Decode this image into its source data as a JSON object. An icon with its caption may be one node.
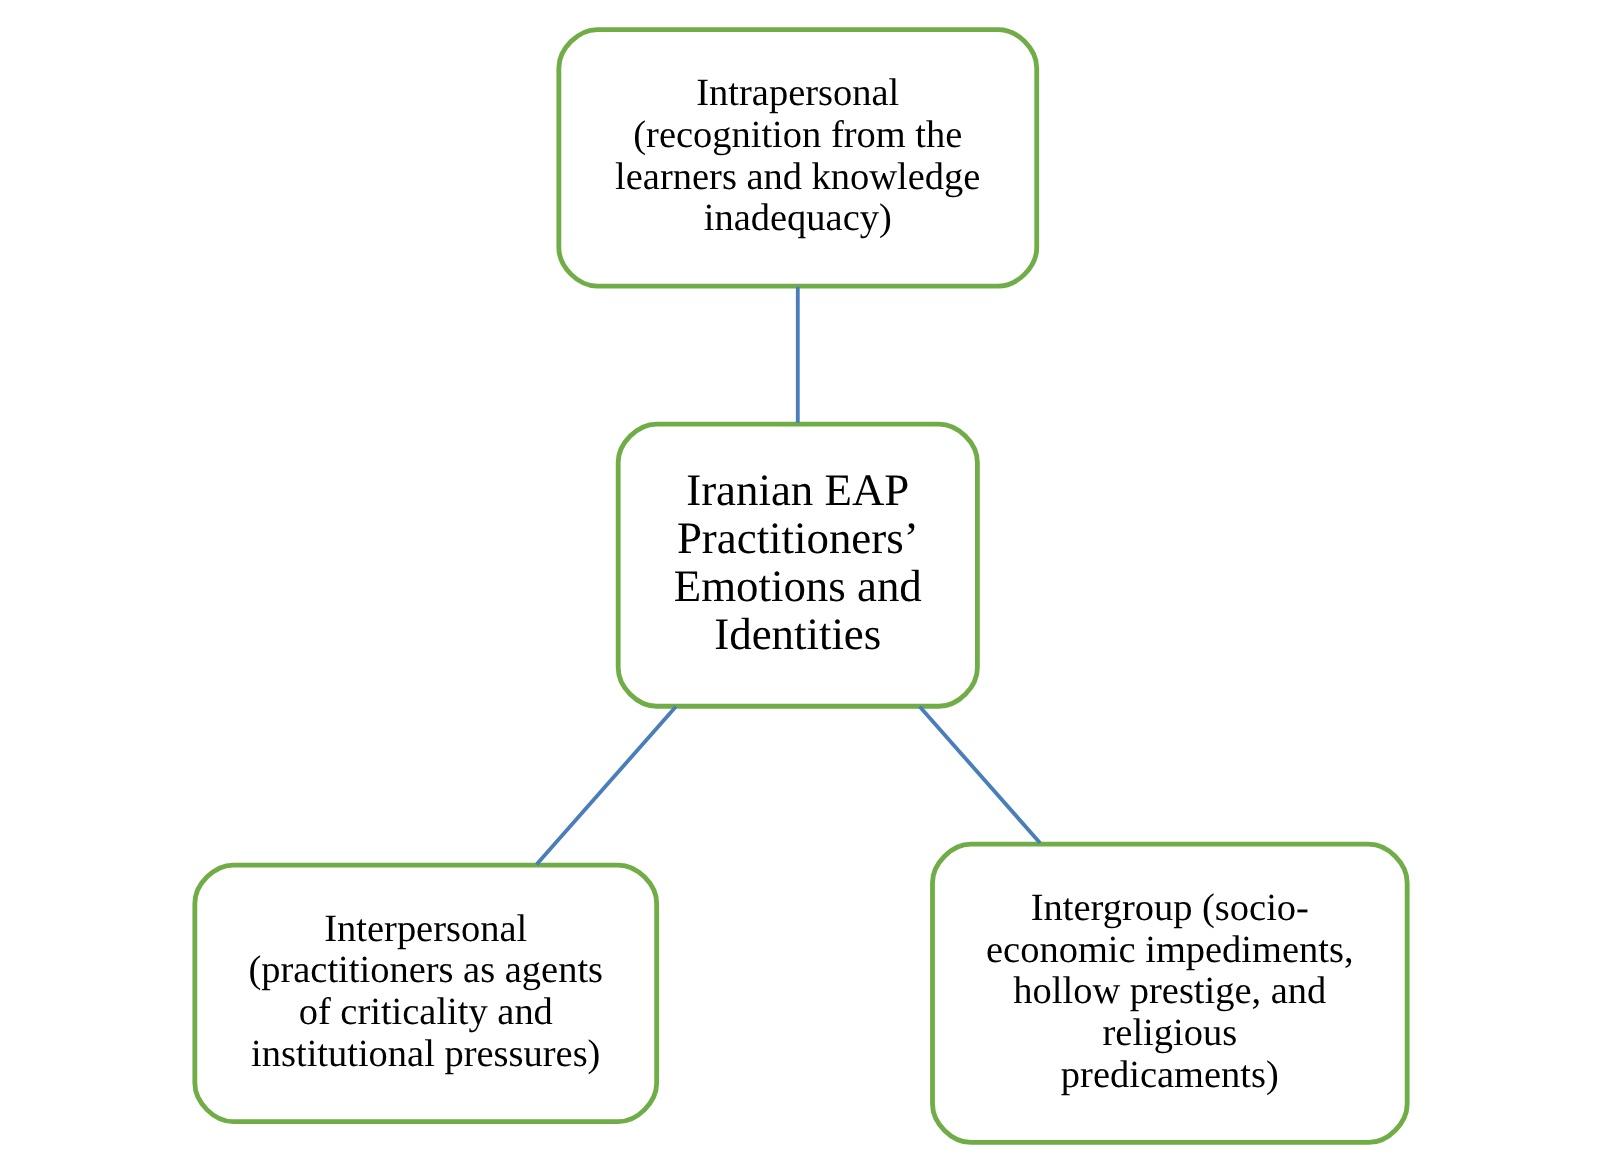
{
  "diagram": {
    "nodes": [
      {
        "text": [
          "Iranian EAP Practitioners’ Emotions and Identities"
        ]
      },
      {
        "text": [
          "Intrapersonal (recognition from the learners and knowledge inadequacy)"
        ]
      },
      {
        "text": [
          "Interpersonal (practitioners as agents of criticality and institutional pressures)"
        ]
      },
      {
        "text": [
          "Intergroup (socio-economic impediments, hollow prestige, and religious predicaments)"
        ]
      }
    ],
    "edges": [
      {
        "from": 1,
        "to": 0,
        "arrow": "none"
      },
      {
        "from": 0,
        "to": 2,
        "arrow": "none"
      },
      {
        "from": 0,
        "to": 3,
        "arrow": "none"
      }
    ]
  }
}
